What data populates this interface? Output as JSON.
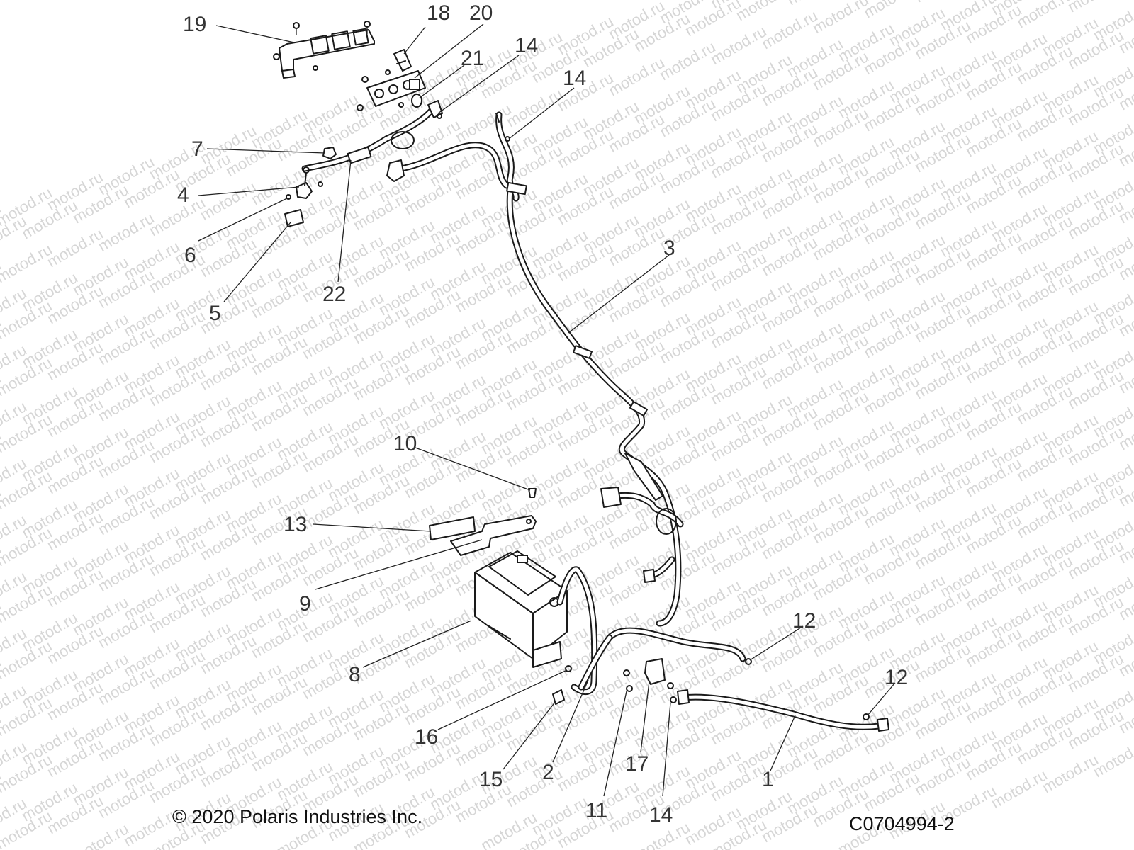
{
  "watermark": "motod.ru",
  "copyright": "© 2020 Polaris Industries Inc.",
  "diagram_code": "C0704994-2",
  "callouts": [
    {
      "id": "c19",
      "label": "19"
    },
    {
      "id": "c18",
      "label": "18"
    },
    {
      "id": "c20",
      "label": "20"
    },
    {
      "id": "c21",
      "label": "21"
    },
    {
      "id": "c14a",
      "label": "14"
    },
    {
      "id": "c14b",
      "label": "14"
    },
    {
      "id": "c7",
      "label": "7"
    },
    {
      "id": "c4",
      "label": "4"
    },
    {
      "id": "c6",
      "label": "6"
    },
    {
      "id": "c5",
      "label": "5"
    },
    {
      "id": "c22",
      "label": "22"
    },
    {
      "id": "c3",
      "label": "3"
    },
    {
      "id": "c10",
      "label": "10"
    },
    {
      "id": "c13",
      "label": "13"
    },
    {
      "id": "c9",
      "label": "9"
    },
    {
      "id": "c8",
      "label": "8"
    },
    {
      "id": "c12a",
      "label": "12"
    },
    {
      "id": "c12b",
      "label": "12"
    },
    {
      "id": "c16",
      "label": "16"
    },
    {
      "id": "c15",
      "label": "15"
    },
    {
      "id": "c2",
      "label": "2"
    },
    {
      "id": "c11",
      "label": "11"
    },
    {
      "id": "c17",
      "label": "17"
    },
    {
      "id": "c14c",
      "label": "14"
    },
    {
      "id": "c1",
      "label": "1"
    }
  ]
}
